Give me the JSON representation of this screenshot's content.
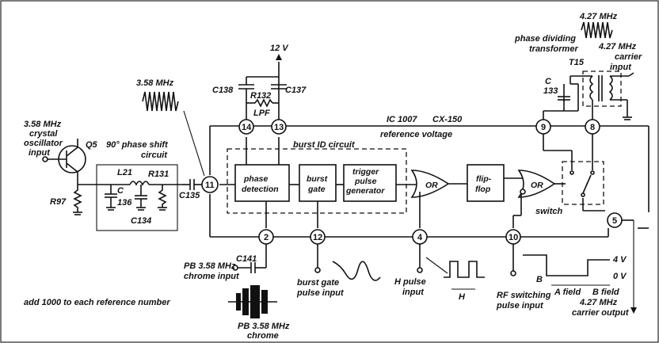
{
  "labels": {
    "supply": "12 V",
    "wave_358": "3.58 MHz",
    "wave_427": "4.27 MHz",
    "osc_input": [
      "3.58 MHz",
      "crystal",
      "oscillator",
      "input"
    ],
    "q5": "Q5",
    "r97": "R97",
    "phase_shift": [
      "90° phase shift",
      "circuit"
    ],
    "l21": "L21",
    "c136_a": "C",
    "c136_b": "136",
    "r131": "R131",
    "c134": "C134",
    "c135": "C135",
    "c138": "C138",
    "c137": "C137",
    "r132": "R132",
    "lpf": "LPF",
    "ic": "IC 1007",
    "ic_type": "CX-150",
    "burst_id": "burst ID circuit",
    "ref_voltage": "reference voltage",
    "phase_dividing": [
      "phase dividing",
      "transformer"
    ],
    "carrier_input": [
      "4.27 MHz",
      "carrier",
      "input"
    ],
    "t15": "T15",
    "c133_a": "C",
    "c133_b": "133",
    "switch": "switch",
    "pb_chrome_input": [
      "PB 3.58 MHz",
      "chrome input"
    ],
    "c141": "C141",
    "burst_gate_pulse": [
      "burst gate",
      "pulse input"
    ],
    "h_pulse": [
      "H pulse",
      "input"
    ],
    "h_label": "H",
    "rf_switching": [
      "RF switching",
      "pulse input"
    ],
    "a_field": "A field",
    "b_field": "B field",
    "b_label": "B",
    "v4": "4 V",
    "v0": "0 V",
    "carrier_output": [
      "4.27 MHz",
      "carrier output"
    ],
    "note": "add 1000 to each reference number",
    "pb_chrome": [
      "PB 3.58 MHz",
      "chrome"
    ]
  },
  "blocks": {
    "phase_detection": [
      "phase",
      "detection"
    ],
    "burst_gate": [
      "burst",
      "gate"
    ],
    "trigger": [
      "trigger",
      "pulse",
      "generator"
    ],
    "or1": "OR",
    "flipflop": [
      "flip-",
      "flop"
    ],
    "or2": "OR"
  },
  "pins": {
    "p14": "14",
    "p13": "13",
    "p11": "11",
    "p2": "2",
    "p12": "12",
    "p4": "4",
    "p10": "10",
    "p9": "9",
    "p8": "8",
    "p5": "5"
  }
}
